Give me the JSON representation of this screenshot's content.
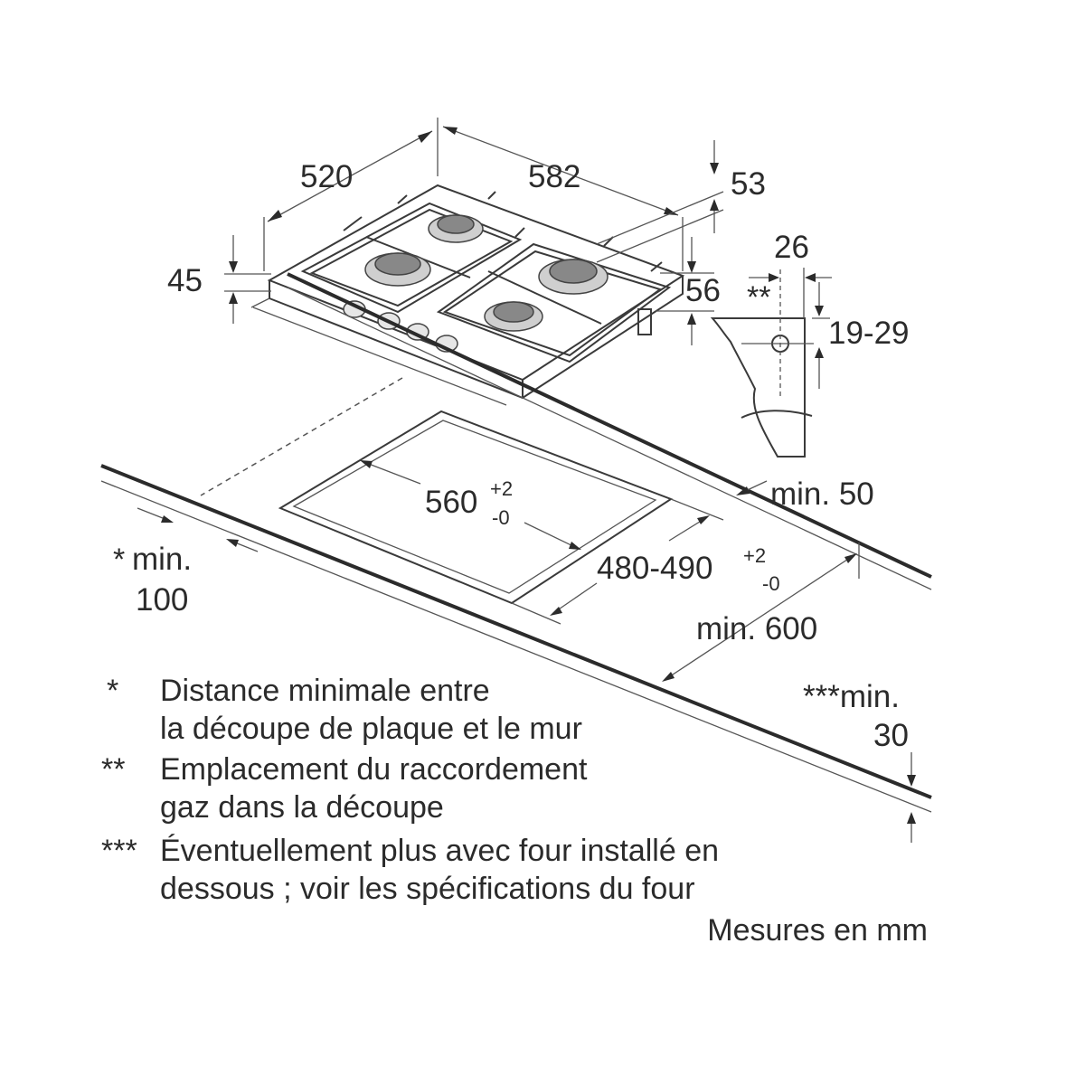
{
  "dimensions": {
    "depth_520": "520",
    "width_582": "582",
    "height_53": "53",
    "height_45": "45",
    "height_56": "56",
    "offset_26": "26",
    "gas_star": "**",
    "range_19_29": "19-29",
    "min_50": "min. 50",
    "cutout_560_main": "560",
    "cutout_560_tol_plus": "+2",
    "cutout_560_tol_minus": "-0",
    "cutout_480_main": "480-490",
    "cutout_480_tol_plus": "+2",
    "cutout_480_tol_minus": "-0",
    "min_600": "min. 600",
    "wall_min_star": "*",
    "wall_min_label": "min.",
    "wall_min_value": "100",
    "oven_min_label": "***min.",
    "oven_min_value": "30"
  },
  "notes": [
    {
      "marker": "*",
      "line1": "Distance minimale entre",
      "line2": "la découpe de plaque et le mur"
    },
    {
      "marker": "**",
      "line1": "Emplacement du raccordement",
      "line2": "gaz dans la découpe"
    },
    {
      "marker": "***",
      "line1": "Éventuellement plus avec four installé en",
      "line2": "dessous ; voir les spécifications du four"
    }
  ],
  "units_note": "Mesures en mm"
}
